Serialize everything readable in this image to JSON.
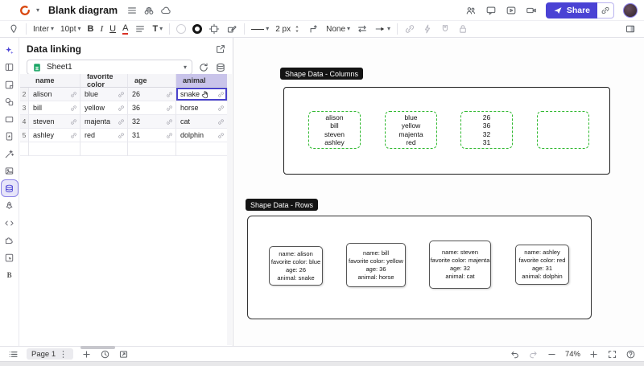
{
  "app": {
    "title": "Blank diagram"
  },
  "header": {
    "share_label": "Share"
  },
  "toolbar": {
    "font_family": "Inter",
    "font_size": "10pt",
    "bold": "B",
    "italic": "I",
    "underline": "U",
    "text_color": "A",
    "text_options": "T",
    "line_width": "2 px",
    "line_end": "None"
  },
  "panel": {
    "title": "Data linking",
    "data_source": "Sheet1",
    "table": {
      "columns": [
        "",
        "name",
        "favorite color",
        "age",
        "animal"
      ],
      "selected_column": "animal",
      "rows": [
        {
          "num": "2",
          "name": "alison",
          "favorite_color": "blue",
          "age": "26",
          "animal": "snake"
        },
        {
          "num": "3",
          "name": "bill",
          "favorite_color": "yellow",
          "age": "36",
          "animal": "horse"
        },
        {
          "num": "4",
          "name": "steven",
          "favorite_color": "majenta",
          "age": "32",
          "animal": "cat"
        },
        {
          "num": "5",
          "name": "ashley",
          "favorite_color": "red",
          "age": "31",
          "animal": "dolphin"
        }
      ],
      "selected_cell": {
        "row": "2",
        "column": "animal",
        "value": "snake"
      }
    }
  },
  "sidebar": {
    "items": [
      {
        "name": "ai-sparkle-icon"
      },
      {
        "name": "layout-panels-icon"
      },
      {
        "name": "shape-library-icon"
      },
      {
        "name": "shapes-icon"
      },
      {
        "name": "frame-icon"
      },
      {
        "name": "document-shape-icon"
      },
      {
        "name": "magic-wand-icon"
      },
      {
        "name": "image-icon"
      },
      {
        "name": "data-linking-icon",
        "active": true
      },
      {
        "name": "rocket-icon"
      },
      {
        "name": "code-icon"
      },
      {
        "name": "plugin-icon"
      },
      {
        "name": "inspect-icon"
      },
      {
        "name": "bold-b-icon"
      }
    ]
  },
  "canvas": {
    "columns_section": {
      "label": "Shape Data - Columns",
      "boxes": [
        {
          "lines": [
            "alison",
            "bill",
            "steven",
            "ashley"
          ]
        },
        {
          "lines": [
            "blue",
            "yellow",
            "majenta",
            "red"
          ]
        },
        {
          "lines": [
            "26",
            "36",
            "32",
            "31"
          ]
        },
        {
          "lines": []
        }
      ]
    },
    "rows_section": {
      "label": "Shape Data - Rows",
      "boxes": [
        {
          "lines": [
            "name: alison",
            "favorite color: blue",
            "age: 26",
            "animal: snake"
          ]
        },
        {
          "lines": [
            "name: bill",
            "favorite color: yellow",
            "age: 36",
            "animal: horse"
          ]
        },
        {
          "lines": [
            "name: steven",
            "favorite color: majenta",
            "age: 32",
            "animal: cat"
          ]
        },
        {
          "lines": [
            "name: ashley",
            "favorite color: red",
            "age: 31",
            "animal: dolphin"
          ]
        }
      ]
    }
  },
  "statusbar": {
    "page_label": "Page 1",
    "zoom_level": "74%"
  },
  "colors": {
    "accent": "#4a42d4",
    "selection_border": "#4a43cc",
    "shape_green": "#2eb82e",
    "label_bg": "#141414",
    "column_highlight": "#c9c4ea",
    "logo_orange": "#d9480f"
  }
}
